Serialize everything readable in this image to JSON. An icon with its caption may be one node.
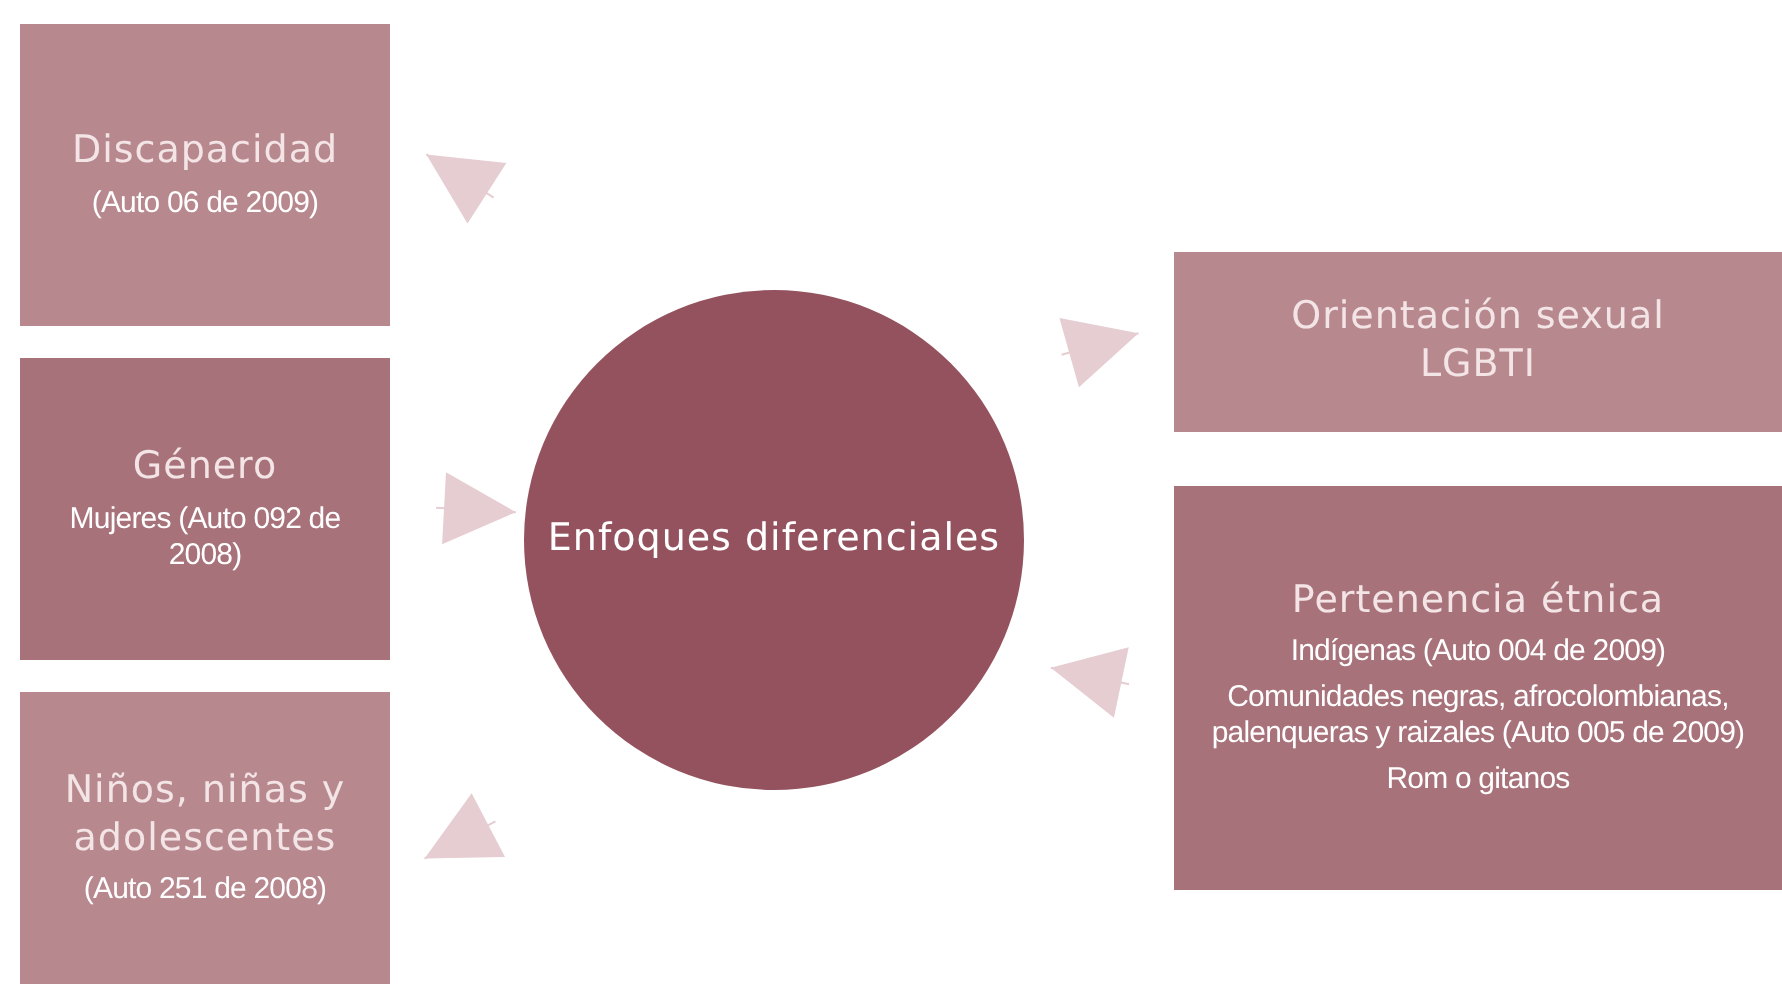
{
  "diagram": {
    "nodes": [
      {
        "text": [
          "Discapacidad",
          "(Auto 06 de 2009)"
        ]
      },
      {
        "text": [
          "Género",
          "Mujeres (Auto 092 de 2008)"
        ]
      },
      {
        "text": [
          "Niños, niñas y adolescentes",
          "(Auto 251 de 2008)"
        ]
      },
      {
        "text": [
          "Enfoques diferenciales"
        ]
      },
      {
        "text": [
          "Orientación sexual LGBTI"
        ]
      },
      {
        "text": [
          "Pertenencia étnica",
          "Indígenas (Auto 004 de 2009)",
          "Comunidades negras, afrocolombianas, palenqueras y raizales (Auto 005 de 2009)",
          "Rom o gitanos"
        ]
      }
    ],
    "edges": [
      {
        "from": 3,
        "to": 0,
        "arrow": "to"
      },
      {
        "from": 1,
        "to": 3,
        "arrow": "to"
      },
      {
        "from": 3,
        "to": 2,
        "arrow": "to"
      },
      {
        "from": 3,
        "to": 4,
        "arrow": "to"
      },
      {
        "from": 5,
        "to": 3,
        "arrow": "to"
      }
    ]
  }
}
